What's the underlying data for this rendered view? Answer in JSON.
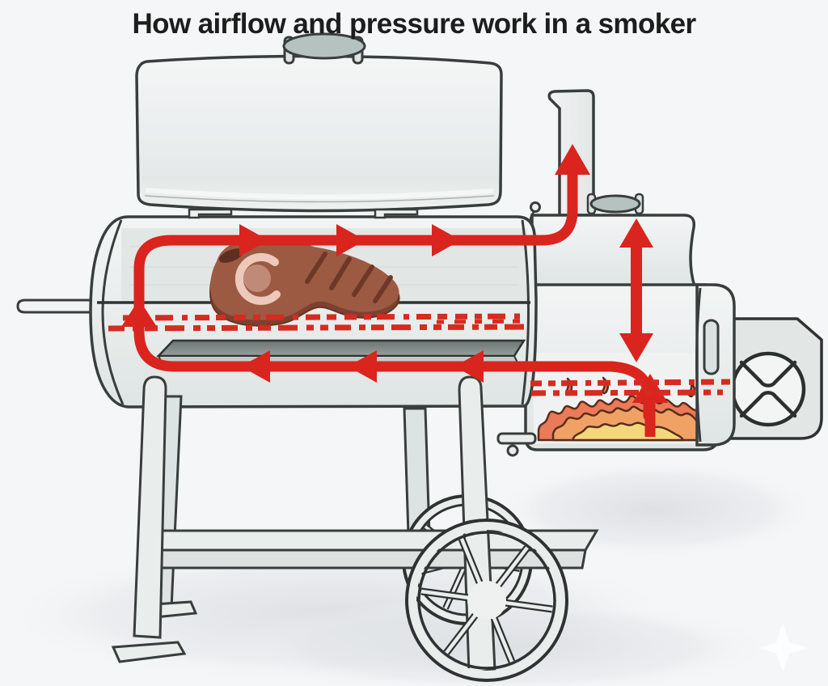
{
  "title": "How airflow and pressure work in a smoker",
  "illustration": {
    "subject": "offset smoker airflow and pressure diagram",
    "parts": [
      "open-lid",
      "lid-handle",
      "cooking-chamber",
      "skewer-rod",
      "steak",
      "grate-tray",
      "heat-dashes",
      "airflow-loop-arrows",
      "chimney",
      "chimney-up-arrow",
      "firebox",
      "firebox-connector",
      "firebox-lid-handle",
      "pressure-double-arrow",
      "flames",
      "fire-up-arrow",
      "damper-plate",
      "air-intake-damper",
      "cart-legs",
      "cart-shelf",
      "cart-wheels",
      "ground-shadow",
      "sparkle"
    ]
  },
  "colors": {
    "background": "#f5f6f7",
    "arrow_red": "#da241e",
    "dash_red": "#d62b20",
    "outline": "#2e3331",
    "metal_light": "#f2f4f4",
    "metal_mid": "#e3e8e7",
    "flame_outer": "#ea7a58",
    "flame_mid": "#f0a164",
    "flame_core": "#f4d77b",
    "steak_top": "#9c5a42",
    "steak_side": "#7c4130",
    "steak_bone": "#ecc9bb",
    "title_color": "#1d1d1d"
  }
}
